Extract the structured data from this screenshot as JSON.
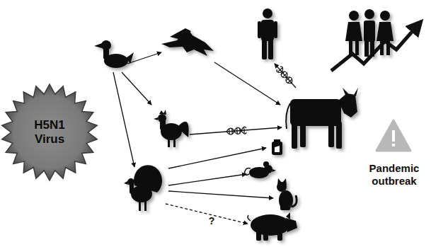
{
  "diagram": {
    "nodes": [
      {
        "text": [
          "H5N1 Virus"
        ]
      }
    ],
    "labels": [
      "?",
      "Pandemic outbreak"
    ]
  }
}
